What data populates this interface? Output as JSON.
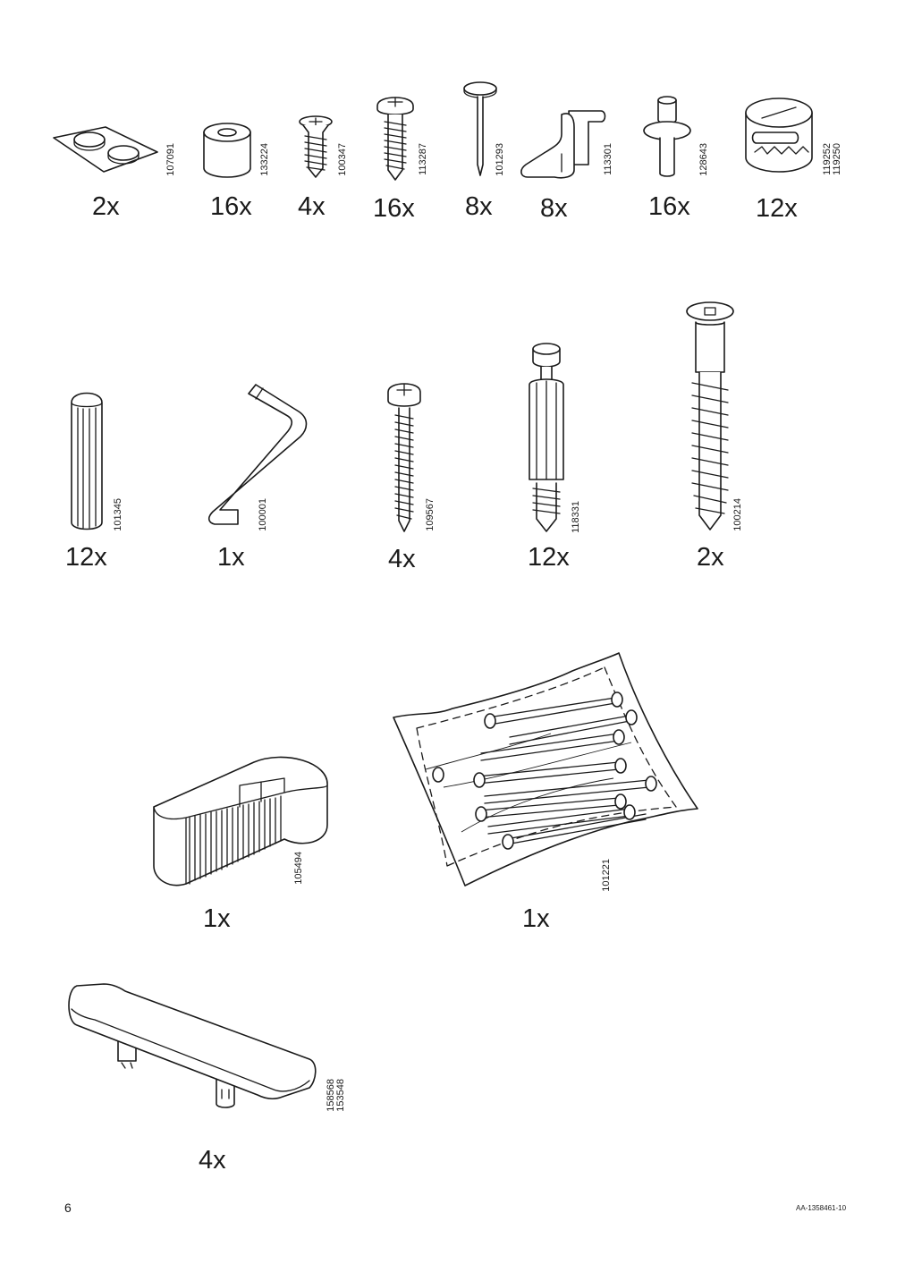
{
  "page": {
    "number": "6",
    "doc_id": "AA-1358461-10"
  },
  "parts": [
    {
      "id": "p1",
      "qty": "2x",
      "codes": [
        "107091"
      ]
    },
    {
      "id": "p2",
      "qty": "16x",
      "codes": [
        "133224"
      ]
    },
    {
      "id": "p3",
      "qty": "4x",
      "codes": [
        "100347"
      ]
    },
    {
      "id": "p4",
      "qty": "16x",
      "codes": [
        "113287"
      ]
    },
    {
      "id": "p5",
      "qty": "8x",
      "codes": [
        "101293"
      ]
    },
    {
      "id": "p6",
      "qty": "8x",
      "codes": [
        "113301"
      ]
    },
    {
      "id": "p7",
      "qty": "16x",
      "codes": [
        "128643"
      ]
    },
    {
      "id": "p8",
      "qty": "12x",
      "codes": [
        "119252",
        "119250"
      ]
    },
    {
      "id": "p9",
      "qty": "12x",
      "codes": [
        "101345"
      ]
    },
    {
      "id": "p10",
      "qty": "1x",
      "codes": [
        "100001"
      ]
    },
    {
      "id": "p11",
      "qty": "4x",
      "codes": [
        "109567"
      ]
    },
    {
      "id": "p12",
      "qty": "12x",
      "codes": [
        "118331"
      ]
    },
    {
      "id": "p13",
      "qty": "2x",
      "codes": [
        "100214"
      ]
    },
    {
      "id": "p14",
      "qty": "1x",
      "codes": [
        "105494"
      ]
    },
    {
      "id": "p15",
      "qty": "1x",
      "codes": [
        "101221"
      ]
    },
    {
      "id": "p16",
      "qty": "4x",
      "codes": [
        "158568",
        "153548"
      ]
    }
  ]
}
